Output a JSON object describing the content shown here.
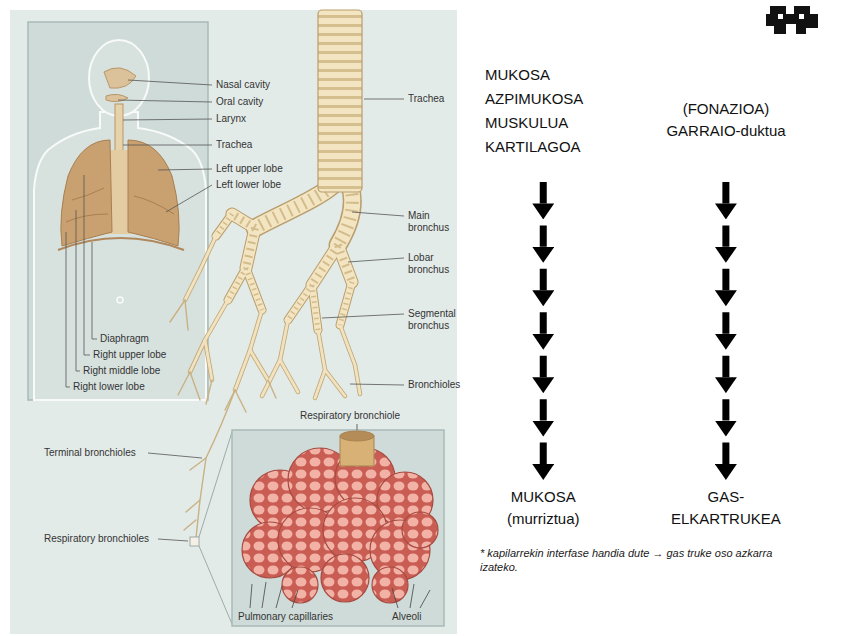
{
  "diagram": {
    "nodes": [
      {
        "text": [
          "MUKOSA AZPIMUKOSA MUSKULUA KARTILAGOA"
        ]
      },
      {
        "text": [
          "(FONAZIOA) GARRAIO-duktua"
        ]
      },
      {
        "text": [
          "MUKOSA (murriztua)"
        ]
      },
      {
        "text": [
          "GAS- ELKARTRUKEA"
        ]
      }
    ],
    "edges": [
      {
        "from": 0,
        "to": 2,
        "arrow": "to"
      },
      {
        "from": 1,
        "to": 3,
        "arrow": "to"
      }
    ],
    "labels": [
      "Nasal cavity",
      "Oral cavity",
      "Larynx",
      "Trachea",
      "Left upper lobe",
      "Left lower lobe",
      "Diaphragm",
      "Right upper lobe",
      "Right middle lobe",
      "Right lower lobe",
      "Trachea",
      "Main bronchus",
      "Lobar bronchus",
      "Segmental bronchus",
      "Bronchioles",
      "Respiratory bronchiole",
      "Terminal bronchioles",
      "Respiratory bronchioles",
      "Pulmonary capillaries",
      "Alveoli",
      "* kapilarrekin interfase handia dute → gas truke oso azkarra izateko."
    ]
  }
}
